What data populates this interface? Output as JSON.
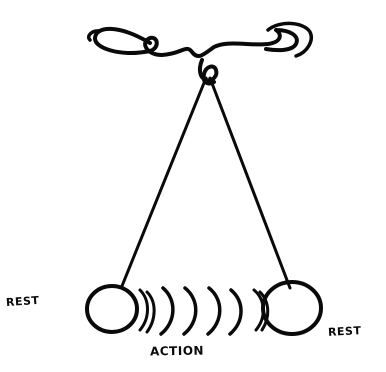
{
  "labels": {
    "left": "REST",
    "right": "REST",
    "bottom": "ACTION"
  }
}
